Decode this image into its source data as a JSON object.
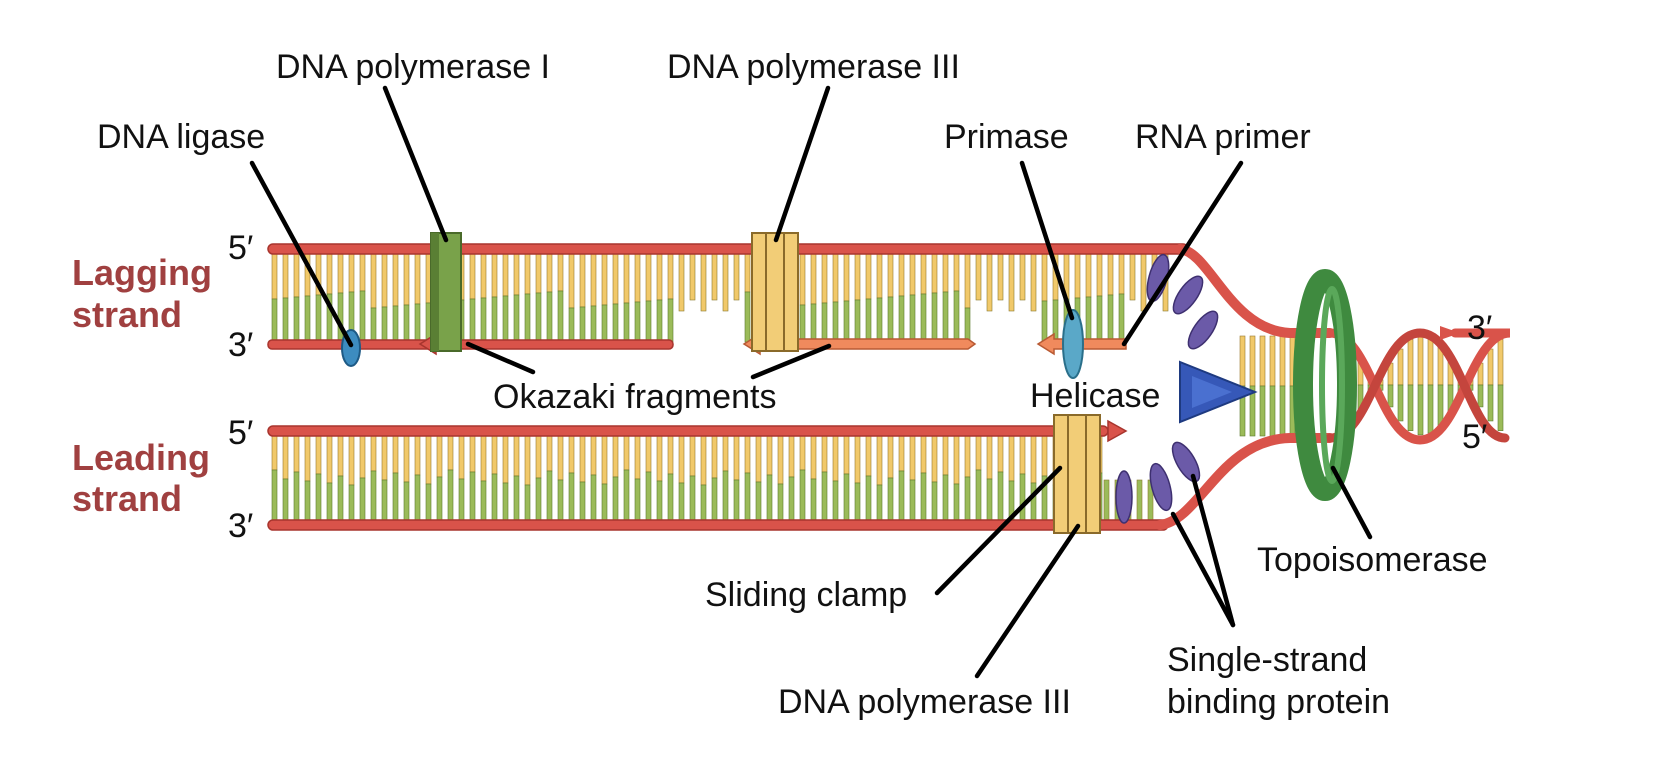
{
  "colors": {
    "backbone": "#d9534a",
    "base_yellow": "#f1c96a",
    "base_green": "#9bbb59",
    "strand_label": "#a04040",
    "polymerase_i": "#79a24a",
    "polymerase_iii": "#f2cd77",
    "ligase": "#3d8cc0",
    "primase": "#5aa8c8",
    "helicase": "#3658b8",
    "topoisomerase": "#3f8a3f",
    "ssb": "#6b5aa8",
    "primer": "#f08a5d"
  },
  "strands": {
    "lagging": {
      "line1": "Lagging",
      "line2": "strand",
      "top_end": "5′",
      "bottom_end": "3′"
    },
    "leading": {
      "line1": "Leading",
      "line2": "strand",
      "top_end": "5′",
      "bottom_end": "3′"
    }
  },
  "helix_ends": {
    "top": "3′",
    "bottom": "5′"
  },
  "labels": {
    "dna_ligase": "DNA ligase",
    "dna_polymerase_i": "DNA polymerase I",
    "dna_polymerase_iii_top": "DNA polymerase III",
    "primase": "Primase",
    "rna_primer": "RNA primer",
    "okazaki_fragments": "Okazaki fragments",
    "helicase": "Helicase",
    "topoisomerase": "Topoisomerase",
    "sliding_clamp": "Sliding clamp",
    "dna_polymerase_iii_bottom": "DNA polymerase III",
    "ssb_line1": "Single-strand",
    "ssb_line2": "binding protein"
  }
}
